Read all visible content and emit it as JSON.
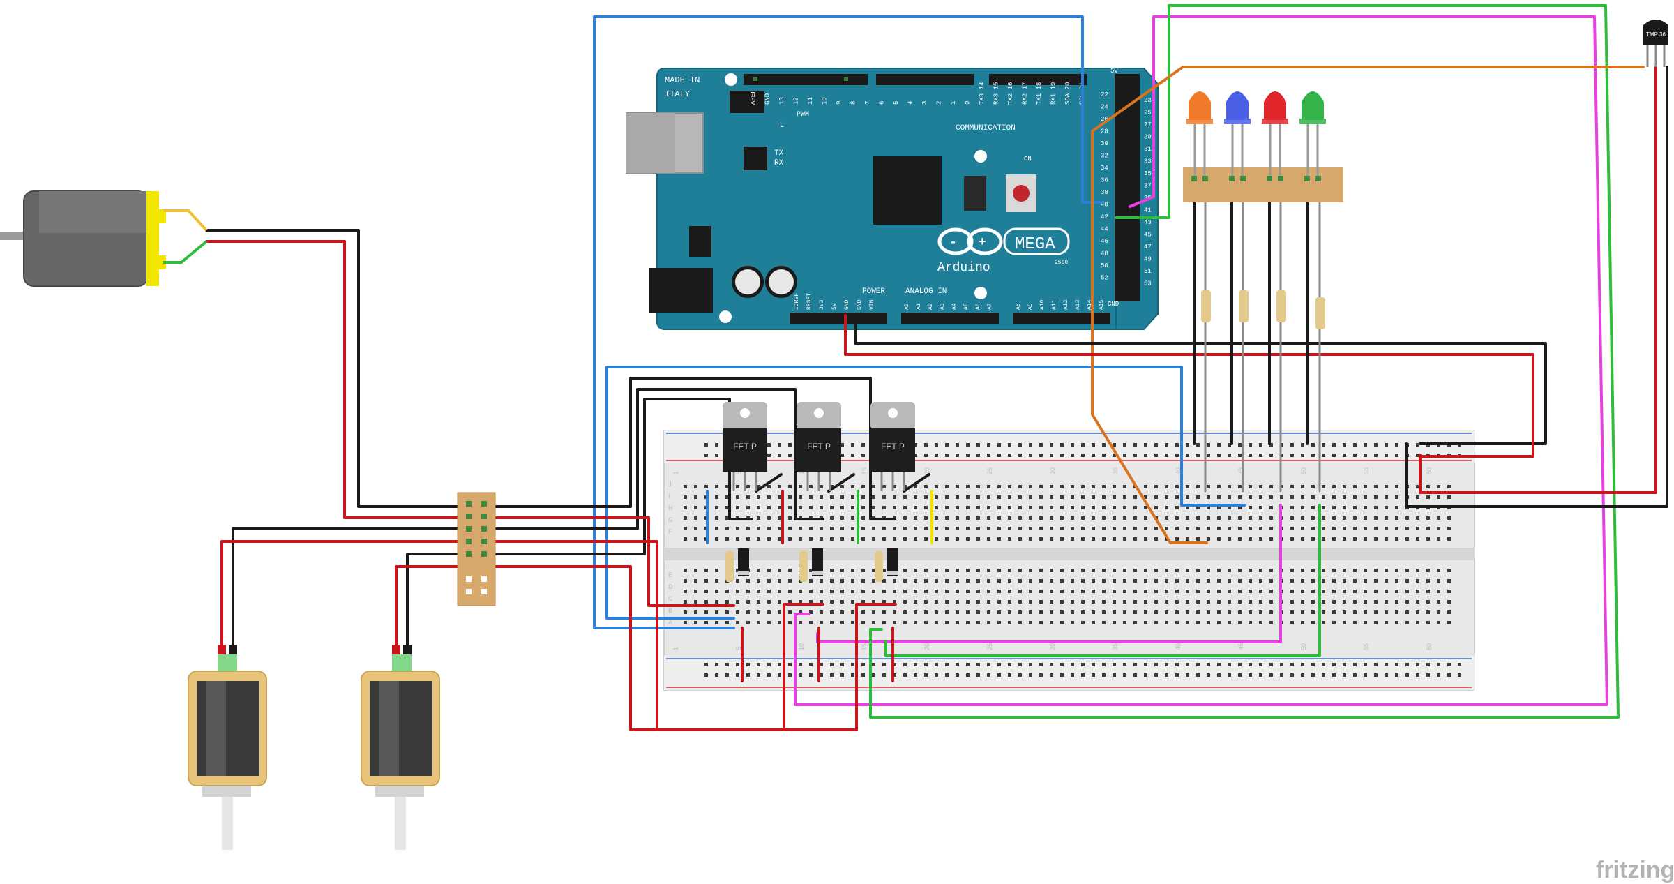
{
  "arduino": {
    "made_in": "MADE IN",
    "italy": "ITALY",
    "brand": "Arduino",
    "model": "MEGA",
    "model_sub": "2560",
    "pwm": "PWM",
    "communication": "COMMUNICATION",
    "tx": "TX",
    "rx": "RX",
    "l": "L",
    "on": "ON",
    "power": "POWER",
    "analog_in": "ANALOG IN",
    "gnd": "GND",
    "v5": "5V",
    "top_pins": [
      "AREF",
      "GND",
      "13",
      "12",
      "11",
      "10",
      "9",
      "8",
      "7",
      "6",
      "5",
      "4",
      "3",
      "2",
      "1",
      "0",
      "TX3 14",
      "RX3 15",
      "TX2 16",
      "RX2 17",
      "TX1 18",
      "RX1 19",
      "SDA 20",
      "SCL 21"
    ],
    "power_pins": [
      "IOREF",
      "RESET",
      "3V3",
      "5V",
      "GND",
      "GND",
      "VIN"
    ],
    "analog_pins": [
      "A0",
      "A1",
      "A2",
      "A3",
      "A4",
      "A5",
      "A6",
      "A7",
      "A8",
      "A9",
      "A10",
      "A11",
      "A12",
      "A13",
      "A14",
      "A15"
    ],
    "digital_left": [
      "22",
      "24",
      "26",
      "28",
      "30",
      "32",
      "34",
      "36",
      "38",
      "40",
      "42",
      "44",
      "46",
      "48",
      "50",
      "52"
    ],
    "digital_right": [
      "23",
      "25",
      "27",
      "29",
      "31",
      "33",
      "35",
      "37",
      "39",
      "41",
      "43",
      "45",
      "47",
      "49",
      "51",
      "53"
    ]
  },
  "mosfets": [
    {
      "label": "FET P"
    },
    {
      "label": "FET P"
    },
    {
      "label": "FET P"
    }
  ],
  "sensor": {
    "label": "TMP 36"
  },
  "leds": [
    {
      "color": "#f07a2a"
    },
    {
      "color": "#4a5fe6"
    },
    {
      "color": "#e0262b"
    },
    {
      "color": "#33b44a"
    }
  ],
  "breadboard": {
    "col_numbers": [
      "1",
      "5",
      "10",
      "15",
      "20",
      "25",
      "30",
      "35",
      "40",
      "45",
      "50",
      "55",
      "60"
    ],
    "row_letters_top": [
      "J",
      "I",
      "H",
      "G",
      "F"
    ],
    "row_letters_bottom": [
      "E",
      "D",
      "C",
      "B",
      "A"
    ]
  },
  "colors": {
    "wire_red": "#c8161d",
    "wire_black": "#1a1a1a",
    "wire_blue": "#2f7fd6",
    "wire_green": "#2ebd3a",
    "wire_magenta": "#e83fe0",
    "wire_orange": "#d9731f",
    "wire_yellow": "#f2e600",
    "board_teal": "#1f7f98"
  },
  "watermark": "fritzing"
}
